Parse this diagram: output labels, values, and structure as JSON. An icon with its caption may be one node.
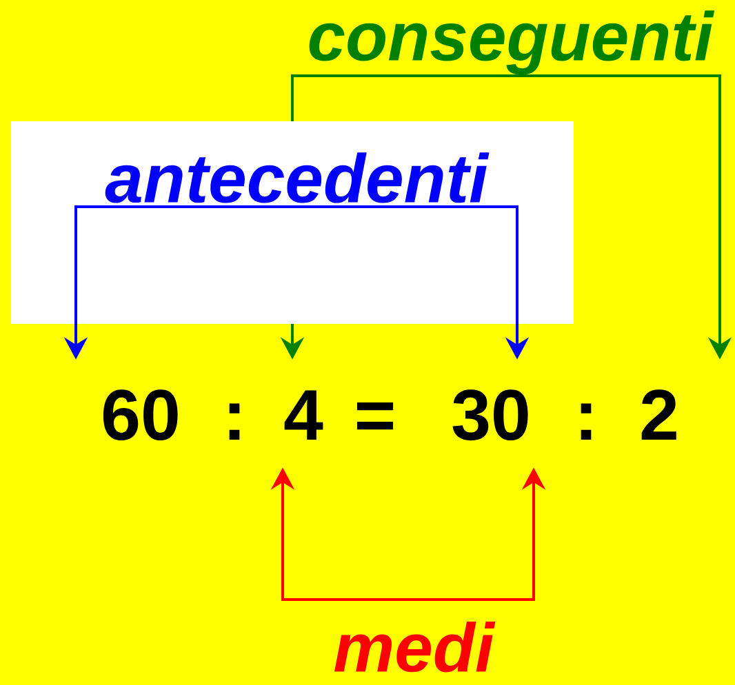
{
  "diagram": {
    "nodes": [
      {
        "text": [
          "conseguenti"
        ]
      },
      {
        "text": [
          "antecedenti"
        ]
      },
      {
        "text": [
          "60"
        ]
      },
      {
        "text": [
          "4"
        ]
      },
      {
        "text": [
          "30"
        ]
      },
      {
        "text": [
          "2"
        ]
      },
      {
        "text": [
          "medi"
        ]
      }
    ],
    "edges": [
      {
        "from": 1,
        "to": 2,
        "arrow": "to",
        "color": "#0000ff"
      },
      {
        "from": 1,
        "to": 4,
        "arrow": "to",
        "color": "#0000ff"
      },
      {
        "from": 0,
        "to": 3,
        "arrow": "to",
        "color": "#008000"
      },
      {
        "from": 0,
        "to": 5,
        "arrow": "to",
        "color": "#008000"
      },
      {
        "from": 6,
        "to": 3,
        "arrow": "to",
        "color": "#ff0000"
      },
      {
        "from": 6,
        "to": 4,
        "arrow": "to",
        "color": "#ff0000"
      }
    ],
    "labels": [
      ":",
      "=",
      ":"
    ]
  }
}
